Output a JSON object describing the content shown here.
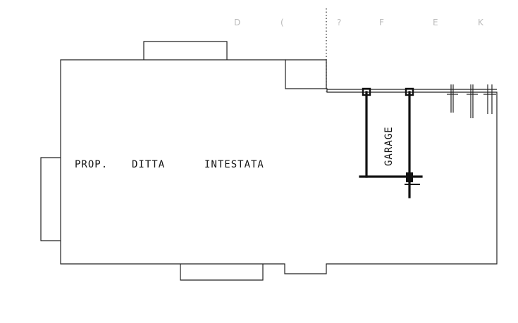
{
  "labels": {
    "room_owner_word1": "PROP.",
    "room_owner_word2": "DITTA",
    "room_owner_word3": "INTESTATA",
    "garage": "GARAGE"
  },
  "faint_header": [
    "D",
    "(",
    "?",
    "F",
    "E",
    "K"
  ]
}
